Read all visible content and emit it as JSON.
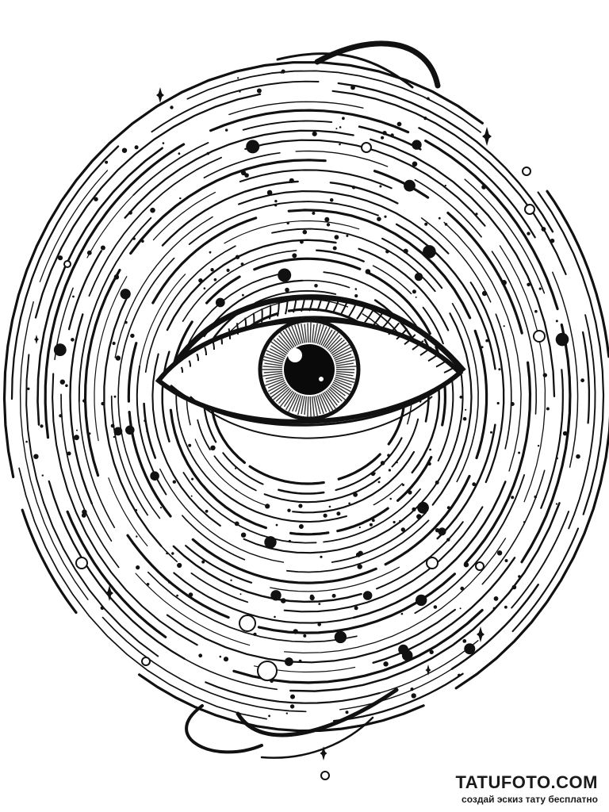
{
  "artwork": {
    "subject": "eye-in-swirling-rings-tattoo-sketch",
    "ink_color": "#111111",
    "paper_color": "#ffffff"
  },
  "watermark": {
    "title": "TATUFOTO.COM",
    "subtitle": "создай эскиз тату бесплатно"
  }
}
